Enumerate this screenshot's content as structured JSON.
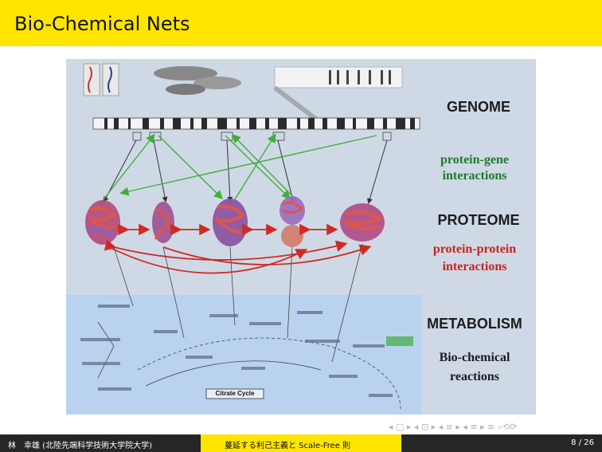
{
  "slide": {
    "title": "Bio-Chemical Nets"
  },
  "figure": {
    "labels": {
      "genome": "GENOME",
      "protein_gene_1": "protein-gene",
      "protein_gene_2": "interactions",
      "proteome": "PROTEOME",
      "protein_protein_1": "protein-protein",
      "protein_protein_2": "interactions",
      "metabolism": "METABOLISM",
      "biochemical_1": "Bio-chemical",
      "biochemical_2": "reactions",
      "citrate_cycle": "Citrate Cycle"
    },
    "colors": {
      "background": "#cfd9e6",
      "green_arrow": "#3fae3a",
      "red_arrow": "#d02a22",
      "metabolism_panel": "#b9d3ee"
    }
  },
  "navigation": {
    "symbols": "◂ □ ▸ ◂ ⊡ ▸ ◂ ≡ ▸ ◂ ≡ ▸ ≡ ⌕⟲⟳"
  },
  "footer": {
    "author": "林　幸雄 (北陸先端科学技術大学院大学)",
    "talk_title": "蔓延する利己主義と Scale-Free 則",
    "page": "8 / 26"
  }
}
